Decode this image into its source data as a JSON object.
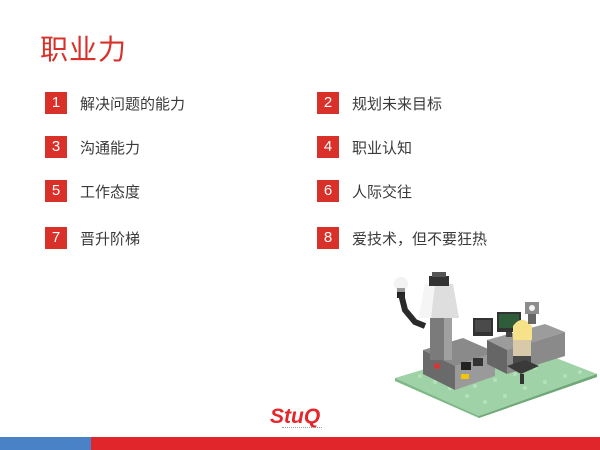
{
  "title": "职业力",
  "colors": {
    "accent": "#d9302a",
    "bar_blue": "#4a82c7",
    "bar_red": "#e0262b"
  },
  "items": [
    {
      "num": "1",
      "label": "解决问题的能力"
    },
    {
      "num": "2",
      "label": "规划未来目标"
    },
    {
      "num": "3",
      "label": "沟通能力"
    },
    {
      "num": "4",
      "label": "职业认知"
    },
    {
      "num": "5",
      "label": "工作态度"
    },
    {
      "num": "6",
      "label": "人际交往"
    },
    {
      "num": "7",
      "label": "晋升阶梯"
    },
    {
      "num": "8",
      "label": "爱技术，但不要狂热"
    }
  ],
  "logo": {
    "text": "StuQ"
  }
}
